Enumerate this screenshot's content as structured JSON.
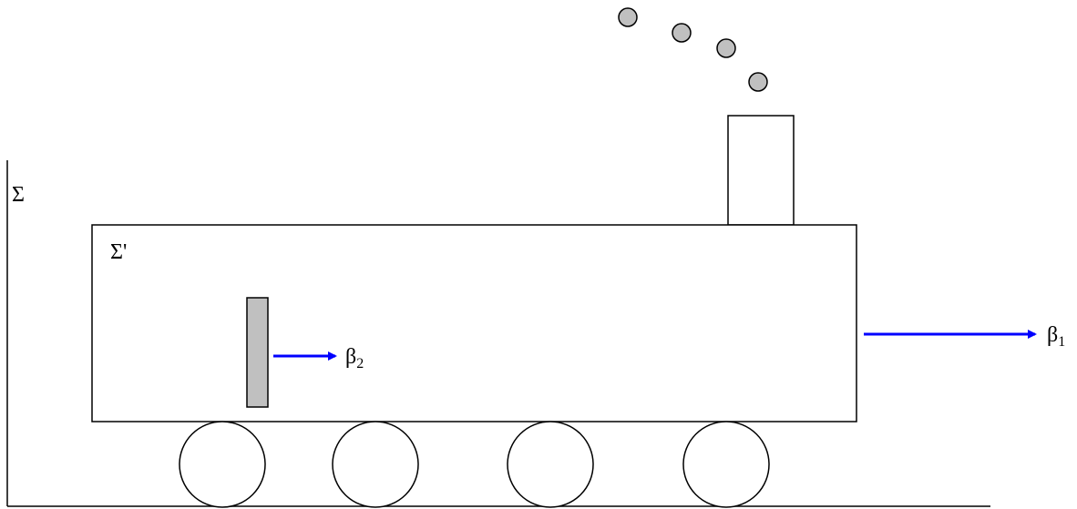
{
  "frames": {
    "ground": {
      "label": "Σ"
    },
    "train": {
      "label": "Σ'"
    }
  },
  "velocities": {
    "train": {
      "symbol": "β",
      "subscript": "1"
    },
    "plate": {
      "symbol": "β",
      "subscript": "2"
    }
  },
  "colors": {
    "arrow": "#0000ff",
    "smoke": "#c0c0c0",
    "plate": "#c0c0c0",
    "line": "#000000"
  }
}
